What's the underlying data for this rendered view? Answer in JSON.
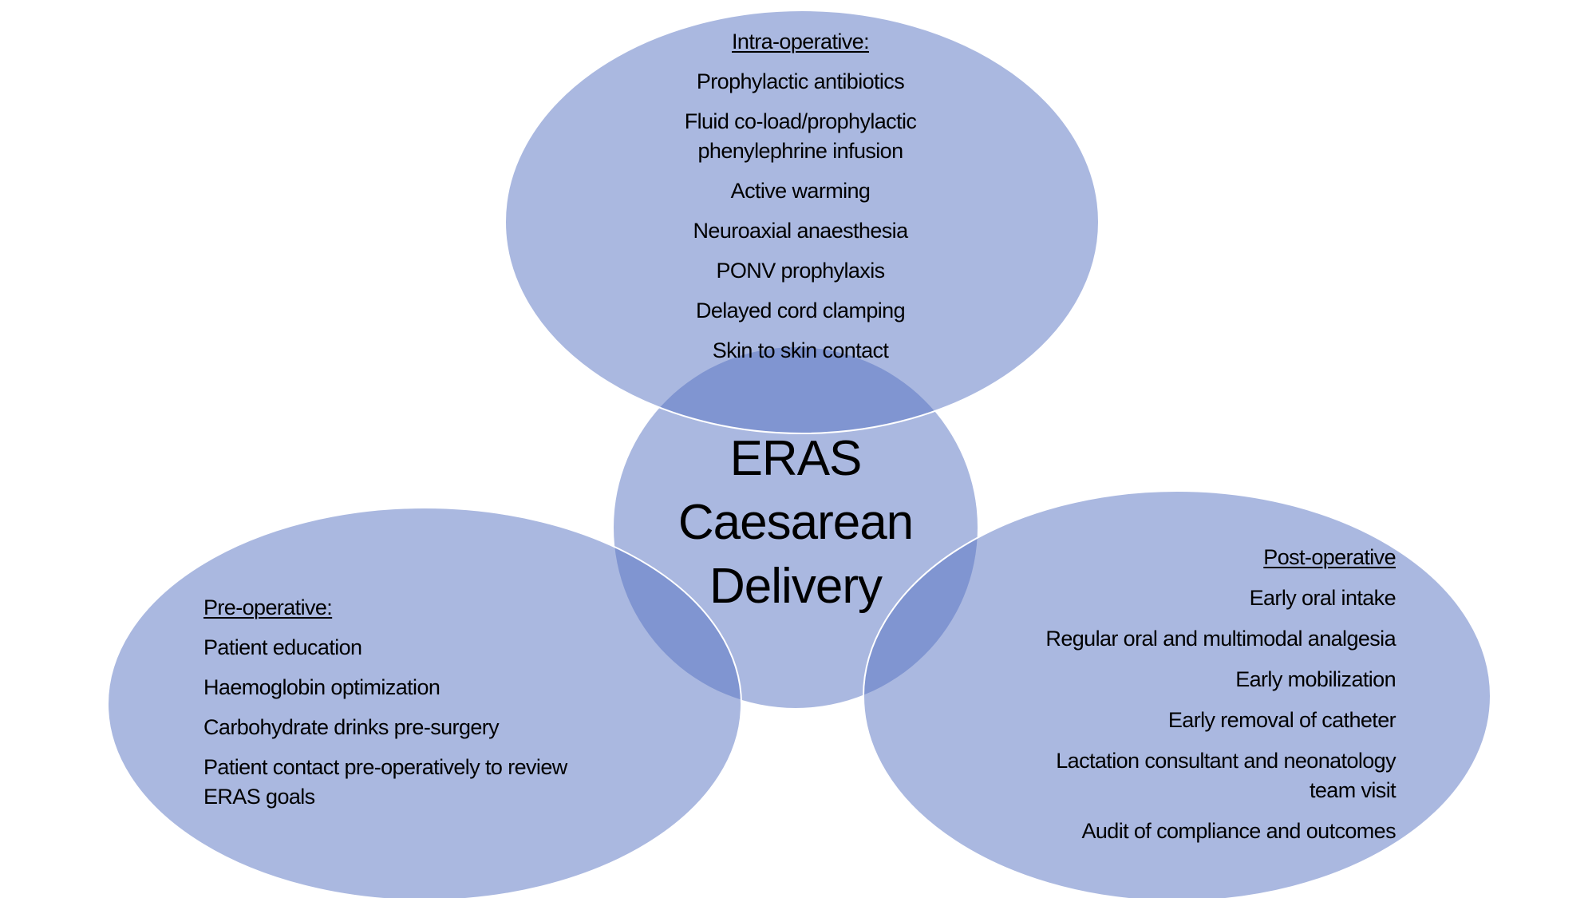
{
  "colors": {
    "bubble_fill": "#5571c1",
    "bubble_fill_opacity": 0.5,
    "bubble_stroke": "#ffffff",
    "text": "#000000",
    "background": "#ffffff"
  },
  "center": {
    "title_lines": [
      "ERAS",
      "Caesarean",
      "Delivery"
    ]
  },
  "intra_operative": {
    "heading": "Intra-operative:",
    "items": [
      [
        "Prophylactic antibiotics"
      ],
      [
        "Fluid co-load/prophylactic",
        "phenylephrine infusion"
      ],
      [
        "Active warming"
      ],
      [
        "Neuroaxial anaesthesia"
      ],
      [
        "PONV prophylaxis"
      ],
      [
        "Delayed cord clamping"
      ],
      [
        "Skin to skin contact"
      ]
    ]
  },
  "pre_operative": {
    "heading": "Pre-operative:",
    "items": [
      [
        "Patient education"
      ],
      [
        "Haemoglobin optimization"
      ],
      [
        "Carbohydrate drinks pre-surgery"
      ],
      [
        "Patient contact pre-operatively to review",
        "ERAS goals"
      ]
    ]
  },
  "post_operative": {
    "heading": "Post-operative",
    "items": [
      [
        "Early oral intake"
      ],
      [
        "Regular oral and multimodal analgesia"
      ],
      [
        "Early mobilization"
      ],
      [
        "Early removal of catheter"
      ],
      [
        "Lactation consultant and neonatology",
        "team visit"
      ],
      [
        "Audit of compliance and outcomes"
      ]
    ]
  }
}
